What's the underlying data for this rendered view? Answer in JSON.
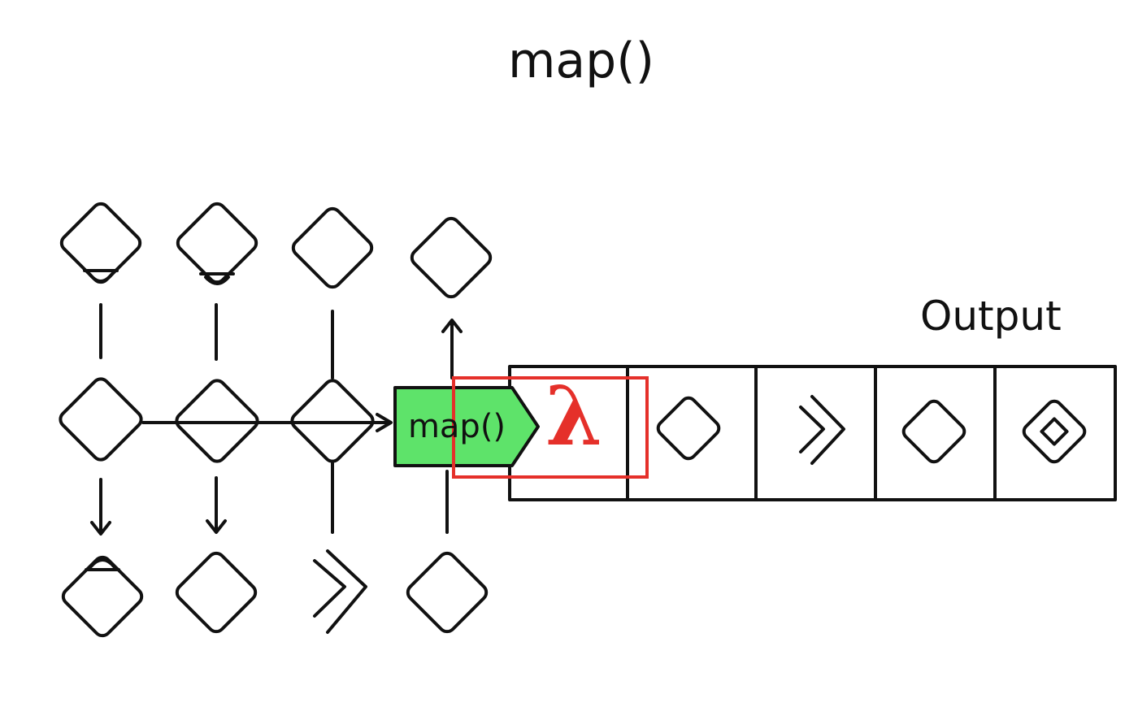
{
  "diagram": {
    "title": "map()",
    "output_label": "Output",
    "map_tag_label": "map()",
    "lambda_symbol": "λ",
    "colors": {
      "stroke": "#111111",
      "map_tag_fill": "#5ee36a",
      "lambda_color": "#e5302a",
      "lambda_box": "#e5302a"
    },
    "input_grid": {
      "rows": 3,
      "columns": 4,
      "shapes": [
        [
          "diamond-with-bottom-bar",
          "diamond-with-bottom-bar",
          "diamond",
          "diamond"
        ],
        [
          "diamond",
          "diamond",
          "diamond",
          "map-tag"
        ],
        [
          "diamond-with-top-bar",
          "diamond",
          "chevron-double-right",
          "diamond"
        ]
      ]
    },
    "output_cells": [
      "lambda",
      "diamond",
      "chevron-double-right",
      "diamond",
      "diamond-with-inner-square"
    ]
  }
}
